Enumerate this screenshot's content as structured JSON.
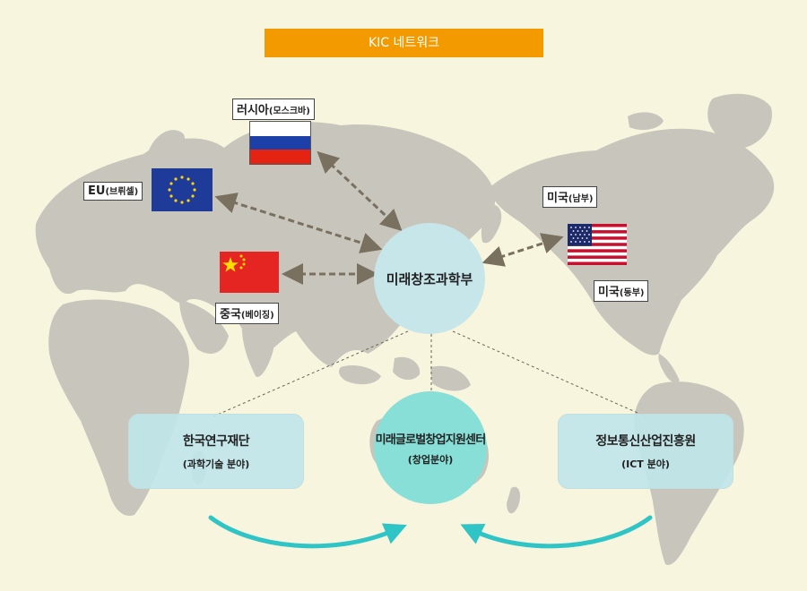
{
  "header": {
    "title": "KIC 네트워크"
  },
  "locations": {
    "russia": {
      "name": "러시아",
      "city": "(모스크바)"
    },
    "eu": {
      "name": "EU",
      "city": "(브뤼셀)"
    },
    "china": {
      "name": "중국",
      "city": "(베이징)"
    },
    "usa_south": {
      "name": "미국",
      "city": "(남부)"
    },
    "usa_east": {
      "name": "미국",
      "city": "(동부)"
    }
  },
  "hub": {
    "name": "미래창조과학부"
  },
  "global_center": {
    "name": "미래글로벌창업지원센터",
    "field": "(창업분야)"
  },
  "partners": [
    {
      "name": "한국연구재단",
      "field": "(과학기술 분야)"
    },
    {
      "name": "정보통신산업진흥원",
      "field": "(ICT 분야)"
    }
  ],
  "colors": {
    "background": "#f8f5de",
    "land": "#c8c6bc",
    "title_bar": "#f39a00",
    "hub_circle": "#c6e6ea",
    "global_circle": "#87dfd7",
    "arrow_curve": "#2fc4c6",
    "dashed_arrow": "#7a7060"
  },
  "icons": {
    "russia_flag": "flag-russia-icon",
    "eu_flag": "flag-eu-icon",
    "china_flag": "flag-china-icon",
    "usa_flag": "flag-usa-icon"
  }
}
